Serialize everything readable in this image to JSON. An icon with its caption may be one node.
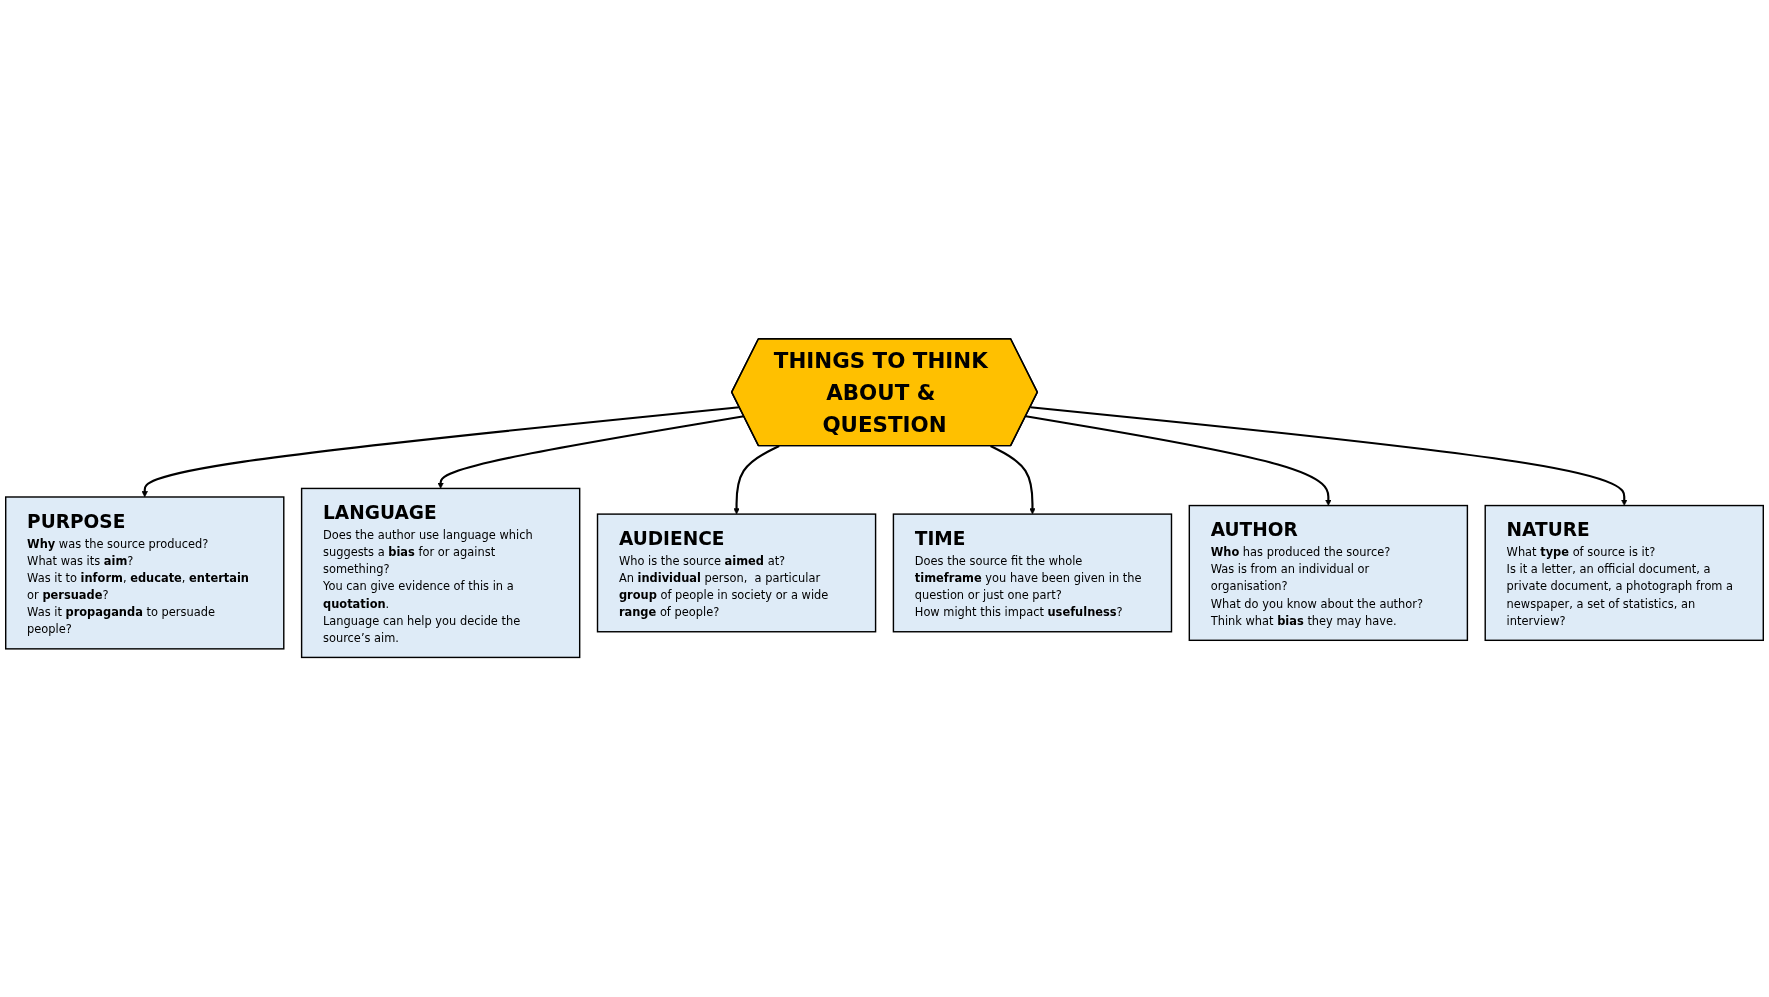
{
  "diagram": {
    "nodes": [
      {
        "text": [
          "PURPOSE",
          "**Why** was the source produced?",
          "What was its **aim**?",
          "Was it to **inform**, **educate**, **entertain** or **persuade**?",
          "Was it **propaganda** to persuade people?"
        ]
      },
      {
        "text": [
          "LANGUAGE",
          "Does the author use language which suggests a **bias** for or against something?",
          "You can give evidence of this in a **quotation**.",
          "Language can help you decide the source’s aim."
        ]
      },
      {
        "text": [
          "AUDIENCE",
          "Who is the source **aimed** at?",
          "An **individual** person,  a particular **group** of people in society or a wide **range** of people?"
        ]
      },
      {
        "text": [
          "THINGS TO THINK ABOUT & QUESTION"
        ]
      },
      {
        "text": [
          "TIME",
          "Does the source fit the whole **timeframe** you have been given in the question or just one part?",
          "How might this impact **usefulness**?"
        ]
      },
      {
        "text": [
          "AUTHOR",
          "**Who** has produced the source?",
          "Was is from an individual or organisation?",
          "What do you know about the author?",
          "Think what **bias** they may have."
        ]
      },
      {
        "text": [
          "NATURE",
          "What **type** of source is it?",
          "Is it a letter, an official document, a private document, a photograph from a newspaper, a set of statistics, an interview?"
        ]
      }
    ],
    "edges": [
      {
        "from": 3,
        "to": 0,
        "arrow": "to"
      },
      {
        "from": 3,
        "to": 1,
        "arrow": "to"
      },
      {
        "from": 3,
        "to": 2,
        "arrow": "to"
      },
      {
        "from": 3,
        "to": 4,
        "arrow": "to"
      },
      {
        "from": 3,
        "to": 5,
        "arrow": "to"
      },
      {
        "from": 3,
        "to": 6,
        "arrow": "to"
      }
    ]
  }
}
